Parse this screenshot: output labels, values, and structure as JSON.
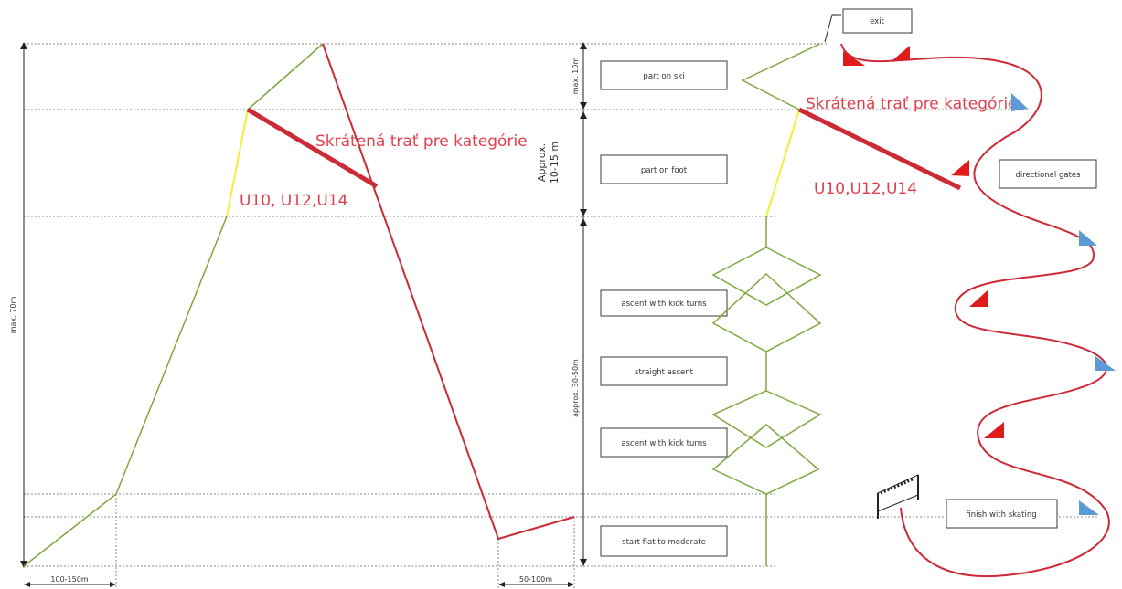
{
  "labels": {
    "exit": "exit",
    "part_on_ski": "part on ski",
    "part_on_foot": "part on foot",
    "ascent_kick_1": "ascent with kick turns",
    "straight_ascent": "straight ascent",
    "ascent_kick_2": "ascent with kick turns",
    "start_flat": "start flat to moderate",
    "directional_gates": "directional gates",
    "finish_skating": "finish with skating"
  },
  "dimensions": {
    "max_total": "max. 70m",
    "max_ski": "max. 10m",
    "approx_foot_line1": "Approx.",
    "approx_foot_line2": "10-15 m",
    "approx_ascent": "approx. 30-50m",
    "width_left": "100-150m",
    "width_right": "50-100m"
  },
  "annotations": {
    "shortened_left": "Skrátená trať pre kategórie",
    "categories_left": "U10, U12,U14",
    "shortened_right": "Skrátená trať pre kategórie",
    "categories_right": "U10,U12,U14"
  },
  "colors": {
    "ski_section": "#7ea83c",
    "foot_section": "#f2ee3a",
    "descent": "#cc2a36",
    "shortcut": "#cc2a36",
    "annotation_text": "#e0404e",
    "gate_red": "#e01b1b",
    "gate_blue": "#5b9bd5"
  }
}
